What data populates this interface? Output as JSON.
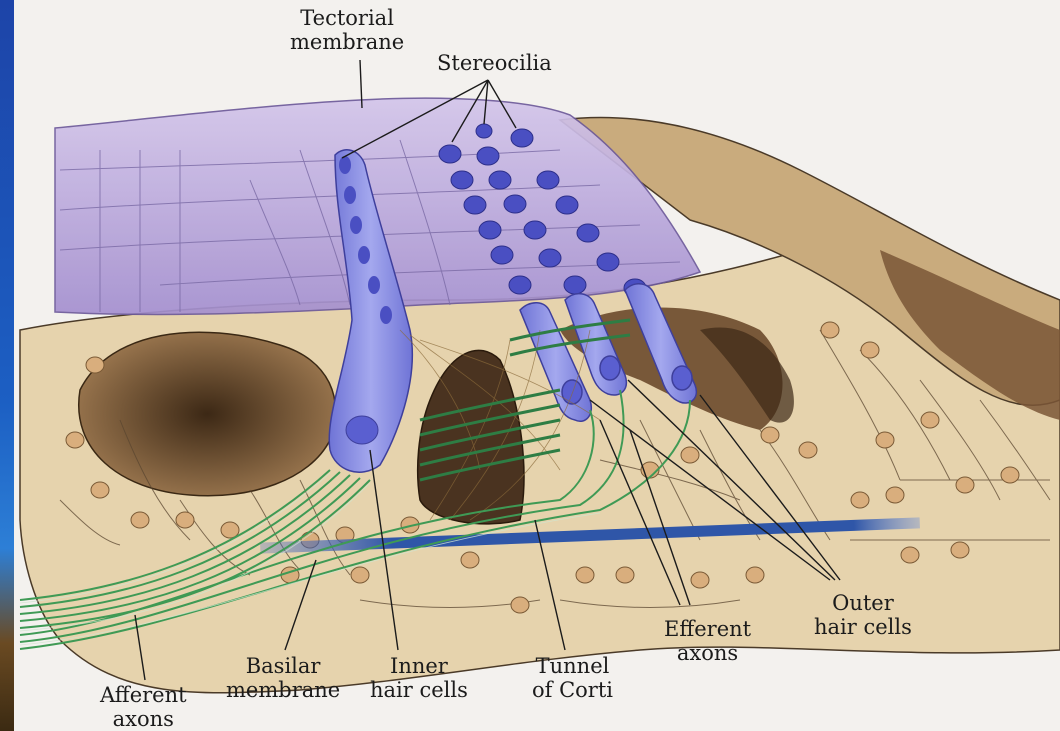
{
  "labels": {
    "tectorial_membrane": [
      "Tectorial",
      "membrane"
    ],
    "stereocilia": "Stereocilia",
    "basilar_membrane": [
      "Basilar",
      "membrane"
    ],
    "inner_hair_cells": [
      "Inner",
      "hair cells"
    ],
    "tunnel_of_corti": [
      "Tunnel",
      "of Corti"
    ],
    "efferent_axons": [
      "Efferent",
      "axons"
    ],
    "outer_hair_cells": [
      "Outer",
      "hair cells"
    ],
    "afferent_axons": [
      "Afferent",
      "axons"
    ]
  },
  "colors": {
    "background": "#1a3f9c",
    "plate": "#f3f1ee",
    "tectorial": "#b9a6d8",
    "hair_cell": "#8a8fe0",
    "tissue": "#e6d3ad",
    "tissue_dark": "#6b4a2c",
    "nucleus": "#d9ae7d",
    "axon": "#3f9a55",
    "basilar": "#2f56a8"
  }
}
